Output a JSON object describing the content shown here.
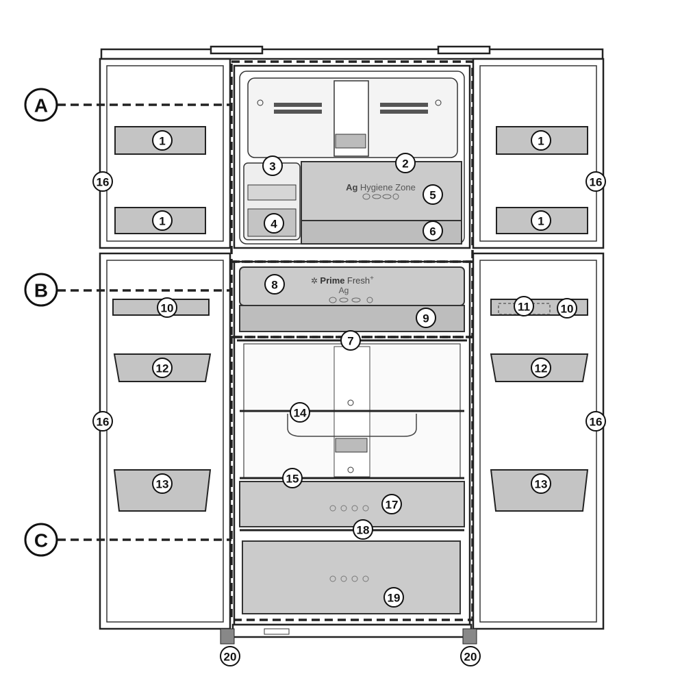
{
  "sections": [
    {
      "id": "A",
      "label": "A"
    },
    {
      "id": "B",
      "label": "B"
    },
    {
      "id": "C",
      "label": "C"
    }
  ],
  "zones": {
    "hygiene": {
      "brand": "Ag",
      "name": "Hygiene Zone"
    },
    "prime_fresh": {
      "name_bold": "Prime",
      "name_light": "Fresh",
      "plus": "+",
      "sub": "Ag"
    }
  },
  "callouts": [
    {
      "n": "1"
    },
    {
      "n": "1"
    },
    {
      "n": "1"
    },
    {
      "n": "1"
    },
    {
      "n": "16"
    },
    {
      "n": "16"
    },
    {
      "n": "16"
    },
    {
      "n": "16"
    },
    {
      "n": "2"
    },
    {
      "n": "3"
    },
    {
      "n": "4"
    },
    {
      "n": "5"
    },
    {
      "n": "6"
    },
    {
      "n": "8"
    },
    {
      "n": "9"
    },
    {
      "n": "7"
    },
    {
      "n": "10"
    },
    {
      "n": "10"
    },
    {
      "n": "11"
    },
    {
      "n": "12"
    },
    {
      "n": "12"
    },
    {
      "n": "14"
    },
    {
      "n": "15"
    },
    {
      "n": "13"
    },
    {
      "n": "13"
    },
    {
      "n": "17"
    },
    {
      "n": "18"
    },
    {
      "n": "19"
    },
    {
      "n": "20"
    },
    {
      "n": "20"
    }
  ]
}
